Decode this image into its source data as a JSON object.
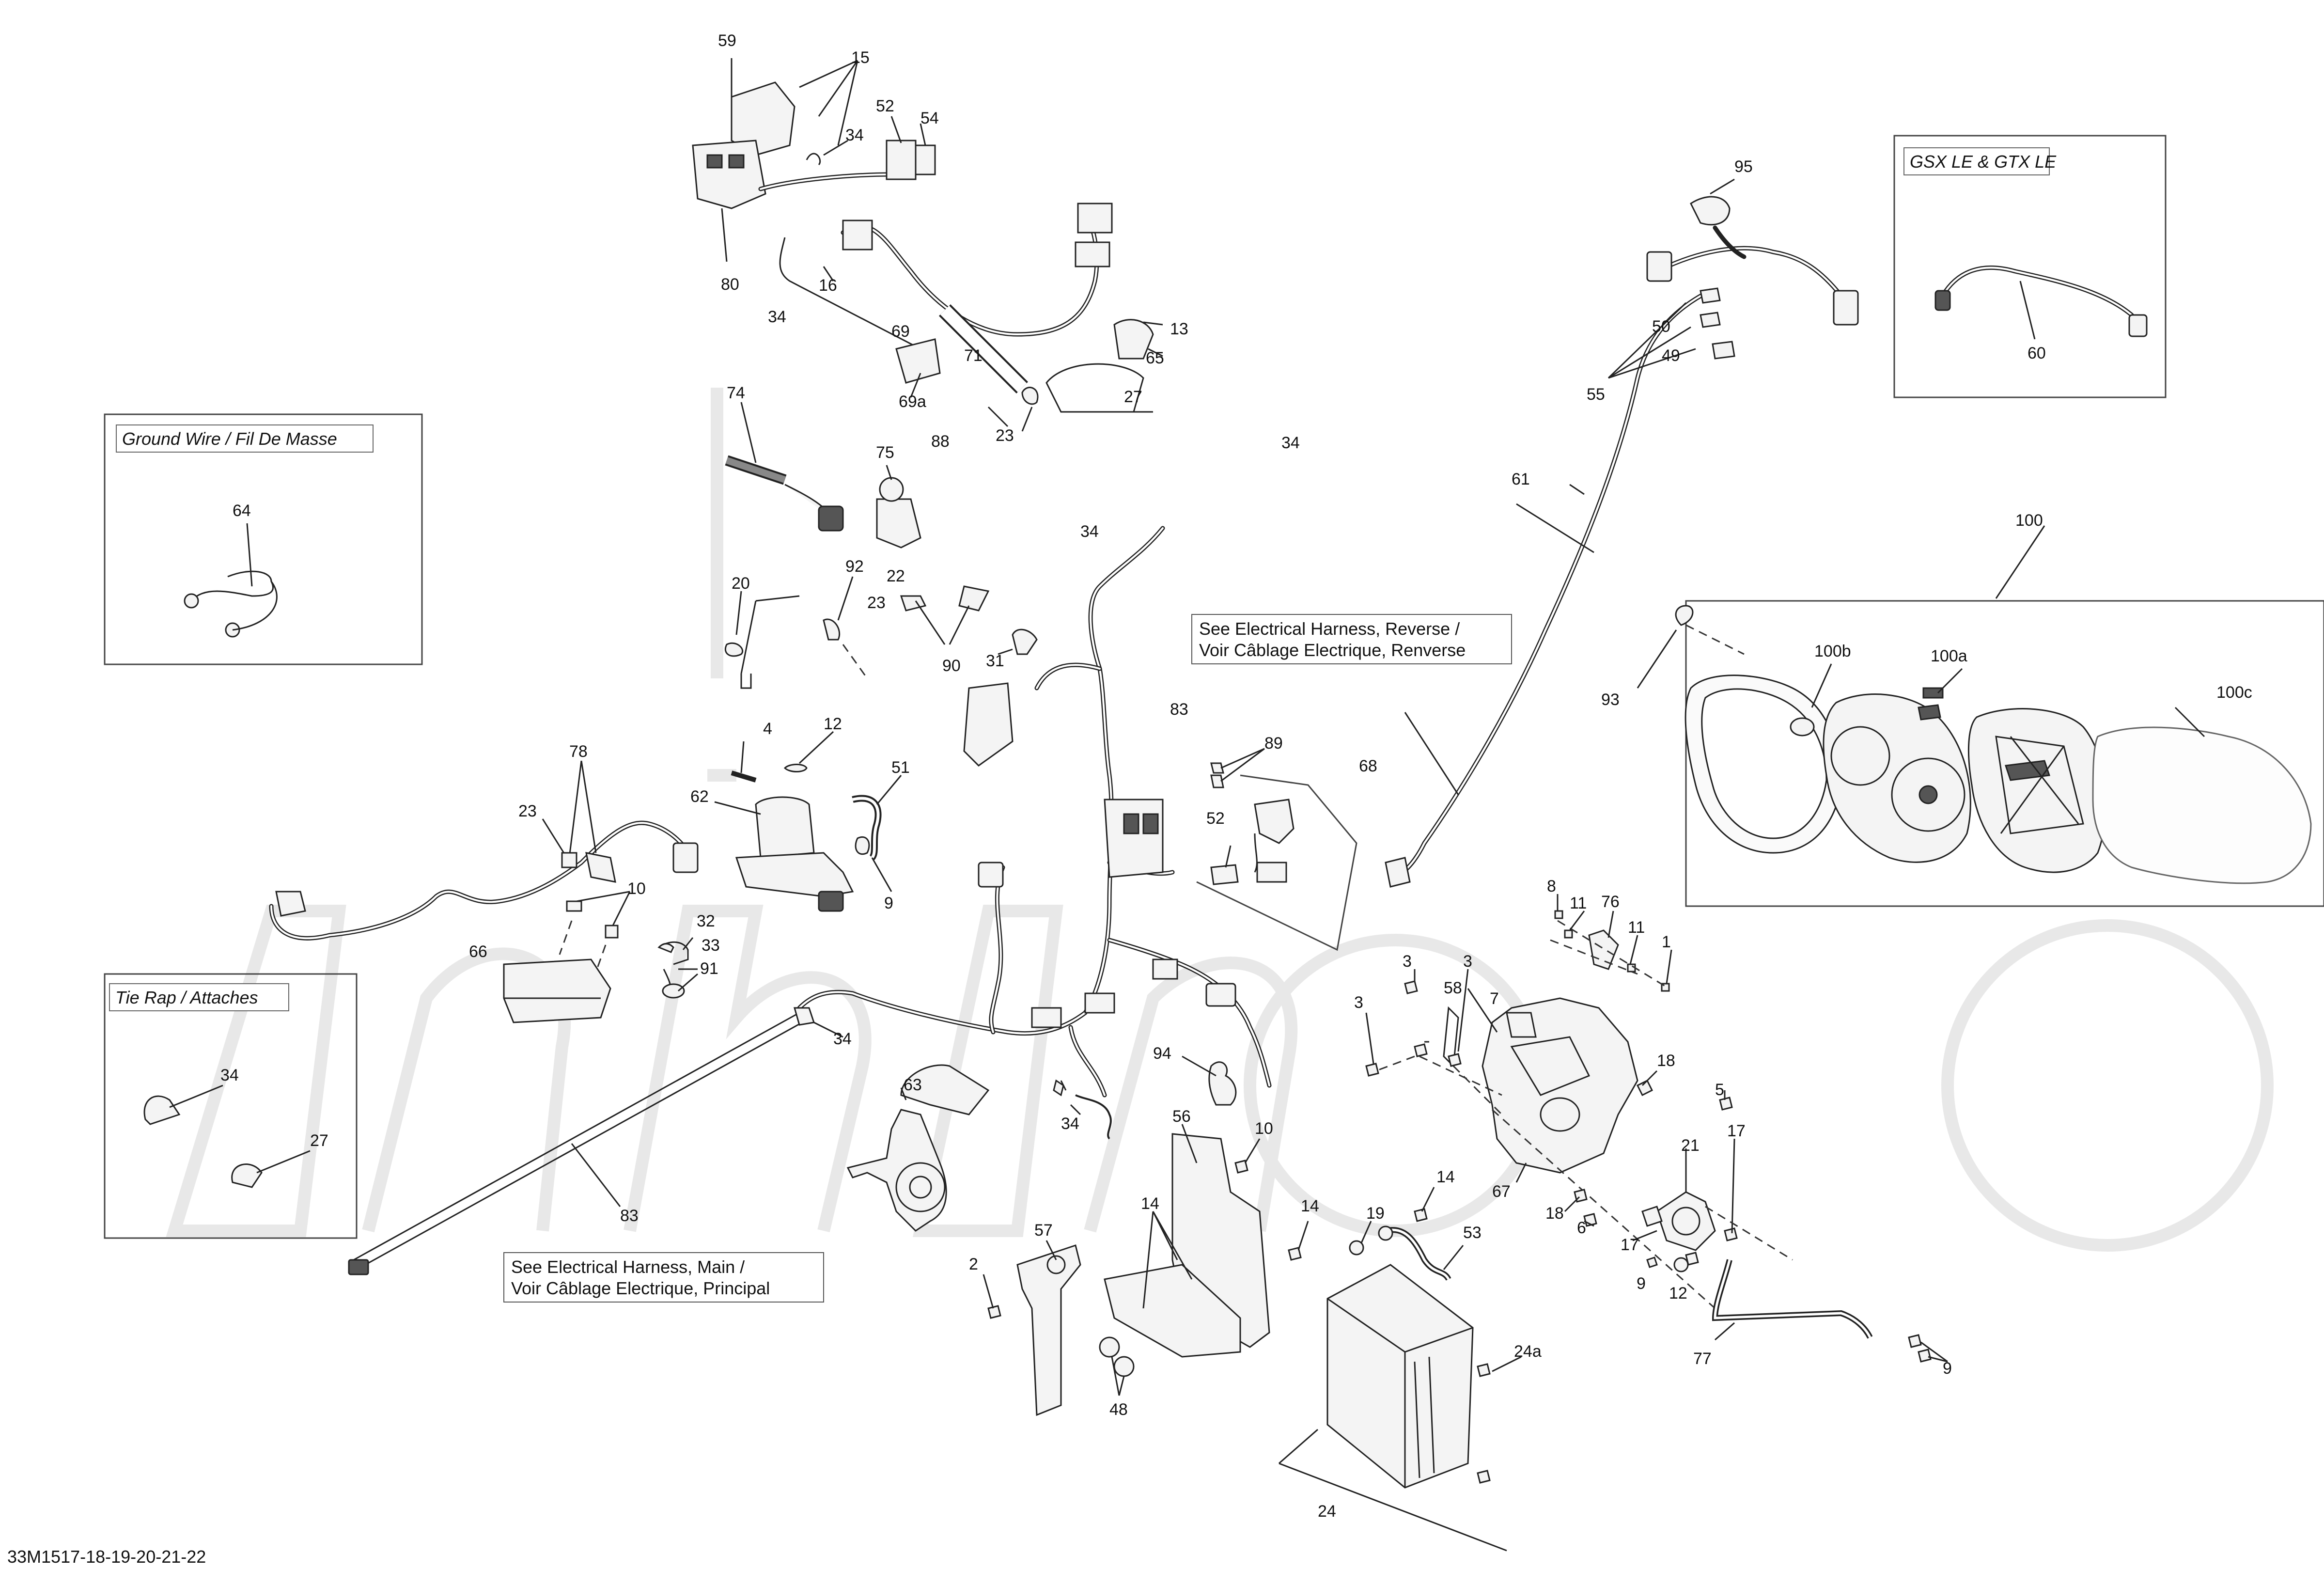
{
  "diagram": {
    "ref_code": "33M1517-18-19-20-21-22",
    "boxes": {
      "ground_wire": "Ground Wire / Fil De Masse",
      "tie_rap": "Tie Rap / Attaches",
      "gsx_gtx": "GSX LE & GTX LE"
    },
    "notes": {
      "reverse_line1": "See Electrical Harness, Reverse /",
      "reverse_line2": "Voir Câblage Electrique, Renverse",
      "main_line1": "See Electrical Harness, Main /",
      "main_line2": "Voir Câblage Electrique, Principal"
    },
    "callouts": {
      "c59": "59",
      "c15": "15",
      "c52a": "52",
      "c54": "54",
      "c34a": "34",
      "c80": "80",
      "c16": "16",
      "c34b": "34",
      "c69": "69",
      "c69a": "69a",
      "c71": "71",
      "c13": "13",
      "c65": "65",
      "c27a": "27",
      "c23a": "23",
      "c95": "95",
      "c50": "50",
      "c49": "49",
      "c55": "55",
      "c60": "60",
      "c74": "74",
      "c75": "75",
      "c88": "88",
      "c34c": "34",
      "c34d": "34",
      "c61": "61",
      "c100": "100",
      "c64": "64",
      "c20": "20",
      "c92": "92",
      "c22": "22",
      "c23b": "23",
      "c90": "90",
      "c31": "31",
      "c93": "93",
      "c100b": "100b",
      "c100a": "100a",
      "c100c": "100c",
      "c83a": "83",
      "c4": "4",
      "c12a": "12",
      "c89": "89",
      "c68": "68",
      "c78": "78",
      "c23c": "23",
      "c62": "62",
      "c51": "51",
      "c52b": "52",
      "c9a": "9",
      "c10a": "10",
      "c32": "32",
      "c33": "33",
      "c91": "91",
      "c66": "66",
      "c34e": "34",
      "c8": "8",
      "c11a": "11",
      "c76": "76",
      "c11b": "11",
      "c1": "1",
      "c3a": "3",
      "c3b": "3",
      "c58": "58",
      "c7": "7",
      "c3c": "3",
      "c18a": "18",
      "c5": "5",
      "c21": "21",
      "c17a": "17",
      "c17b": "17",
      "c34f": "34",
      "c27b": "27",
      "c63": "63",
      "c94": "94",
      "c34g": "34",
      "c56": "56",
      "c10b": "10",
      "c67": "67",
      "c18b": "18",
      "c6": "6",
      "c83b": "83",
      "c57": "57",
      "c14a": "14",
      "c14b": "14",
      "c14c": "14",
      "c19": "19",
      "c53": "53",
      "c9b": "9",
      "c12b": "12",
      "c2": "2",
      "c48": "48",
      "c24a": "24a",
      "c77": "77",
      "c9c": "9",
      "c24": "24"
    }
  }
}
